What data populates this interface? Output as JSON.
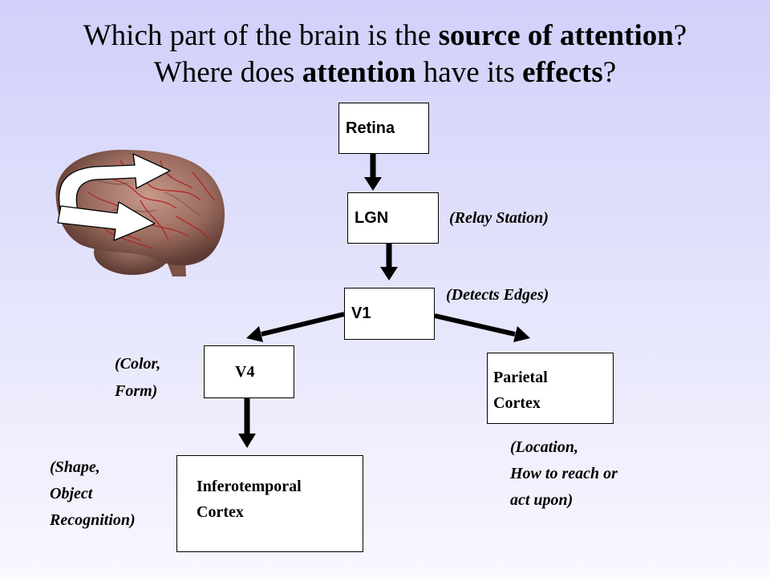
{
  "title": {
    "line1": {
      "part1": "Which part of the brain is the ",
      "bold1": "source of attention",
      "part2": "?"
    },
    "line2": {
      "part1": "Where does ",
      "bold1": "attention",
      "part2": " have its ",
      "bold2": "effects",
      "part3": "?"
    }
  },
  "nodes": {
    "retina": "Retina",
    "lgn": "LGN",
    "v1": "V1",
    "v4": "V4",
    "parietal": {
      "line1": "Parietal",
      "line2": "Cortex"
    },
    "inferotemporal": {
      "line1": "Inferotemporal",
      "line2": "Cortex"
    }
  },
  "notes": {
    "lgn": "(Relay Station)",
    "v1": "(Detects Edges)",
    "v4": {
      "line1": "(Color,",
      "line2": "Form)"
    },
    "inferotemporal": {
      "line1": "(Shape,",
      "line2": "Object",
      "line3": "Recognition)"
    },
    "parietal": {
      "line1": "(Location,",
      "line2": "How to reach or",
      "line3": "act upon)"
    }
  },
  "colors": {
    "arrow": "#000000",
    "brain": "#9a6b5e",
    "brain_vessels": "#b02020"
  }
}
